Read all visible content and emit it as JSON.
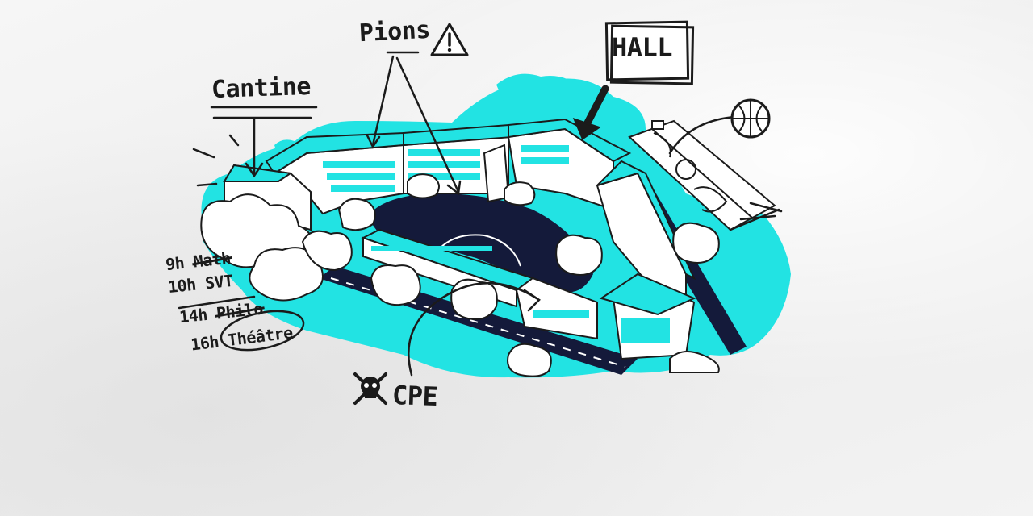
{
  "labels": {
    "cantine": "Cantine",
    "pions": "Pions",
    "hall": "HALL",
    "cpe": "CPE"
  },
  "schedule": [
    {
      "time": "9h",
      "subject": "Math",
      "struck": true
    },
    {
      "time": "10h",
      "subject": "SVT",
      "struck": false
    },
    {
      "time": "14h",
      "subject": "Philo",
      "struck": true
    },
    {
      "time": "16h",
      "subject": "Théâtre",
      "struck": false,
      "circled": true
    }
  ],
  "colors": {
    "accent": "#22e3e3",
    "ink": "#1b1b1b",
    "courtyard": "#141a3a",
    "paper": "#f1f1f1"
  },
  "icons": [
    "warning-icon",
    "skull-crossbones-icon",
    "basketball-icon"
  ]
}
